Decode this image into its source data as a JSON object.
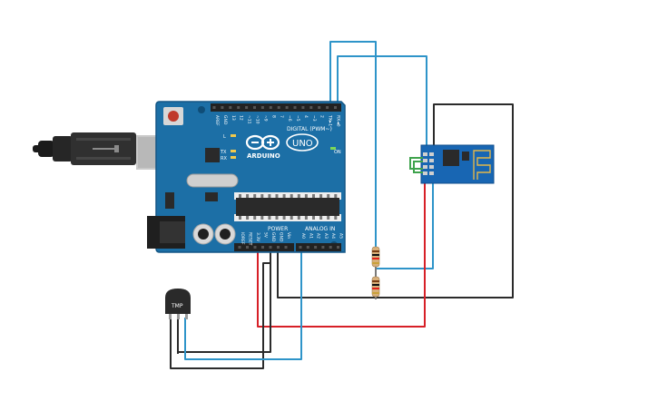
{
  "board": {
    "brand": "ARDUINO",
    "model": "UNO",
    "on_label": "ON",
    "l_label": "L",
    "tx_label": "TX",
    "rx_label": "RX",
    "digital_label": "DIGITAL (PWM~)",
    "power_label": "POWER",
    "analog_label": "ANALOG IN",
    "digital_pins": [
      "AREF",
      "GND",
      "13",
      "12",
      "~11",
      "~10",
      "~9",
      "8",
      "7",
      "~6",
      "~5",
      "4",
      "~3",
      "2",
      "TX►1",
      "RX◄0"
    ],
    "power_pins": [
      "IOREF",
      "RESET",
      "3.3V",
      "5V",
      "GND",
      "GND",
      "Vin"
    ],
    "analog_pins": [
      "A0",
      "A1",
      "A2",
      "A3",
      "A4",
      "A5"
    ]
  },
  "sensor": {
    "label": "TMP"
  },
  "colors": {
    "board": "#1c6fa6",
    "board_dark": "#155785",
    "wire_blue": "#2e94c9",
    "wire_red": "#d72027",
    "wire_black": "#2b2b2b",
    "esp_board": "#1866b3",
    "chip": "#2a2a2a"
  }
}
